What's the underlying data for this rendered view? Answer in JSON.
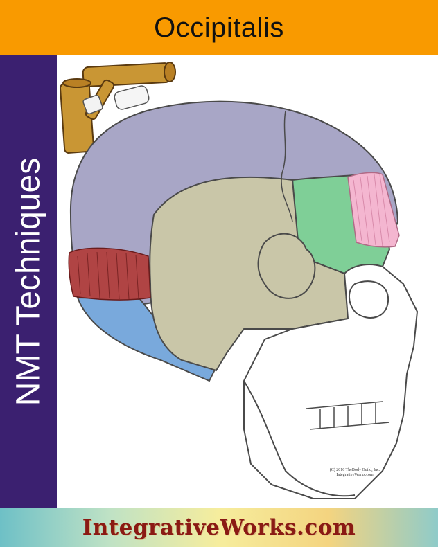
{
  "header": {
    "title": "Occipitalis"
  },
  "sidebar": {
    "label": "NMT Techniques"
  },
  "figure": {
    "credit_line1": "(C) 2016 TheBody Guild, Inc.",
    "credit_line2": "IntegrativeWorks.com",
    "colors": {
      "parietal": "#a8a6c6",
      "temporal": "#c9c6a8",
      "frontal_region": "#7fcf97",
      "occipital_lower": "#79a9dc",
      "occipitalis_muscle": "#b04444",
      "frontalis_muscle": "#f4b6d0",
      "skull_outline": "#4a4a4a",
      "wood": "#c99634"
    },
    "icons": [
      "massage-tools-icon",
      "skull-illustration"
    ]
  },
  "footer": {
    "brand": "IntegrativeWorks.com"
  }
}
